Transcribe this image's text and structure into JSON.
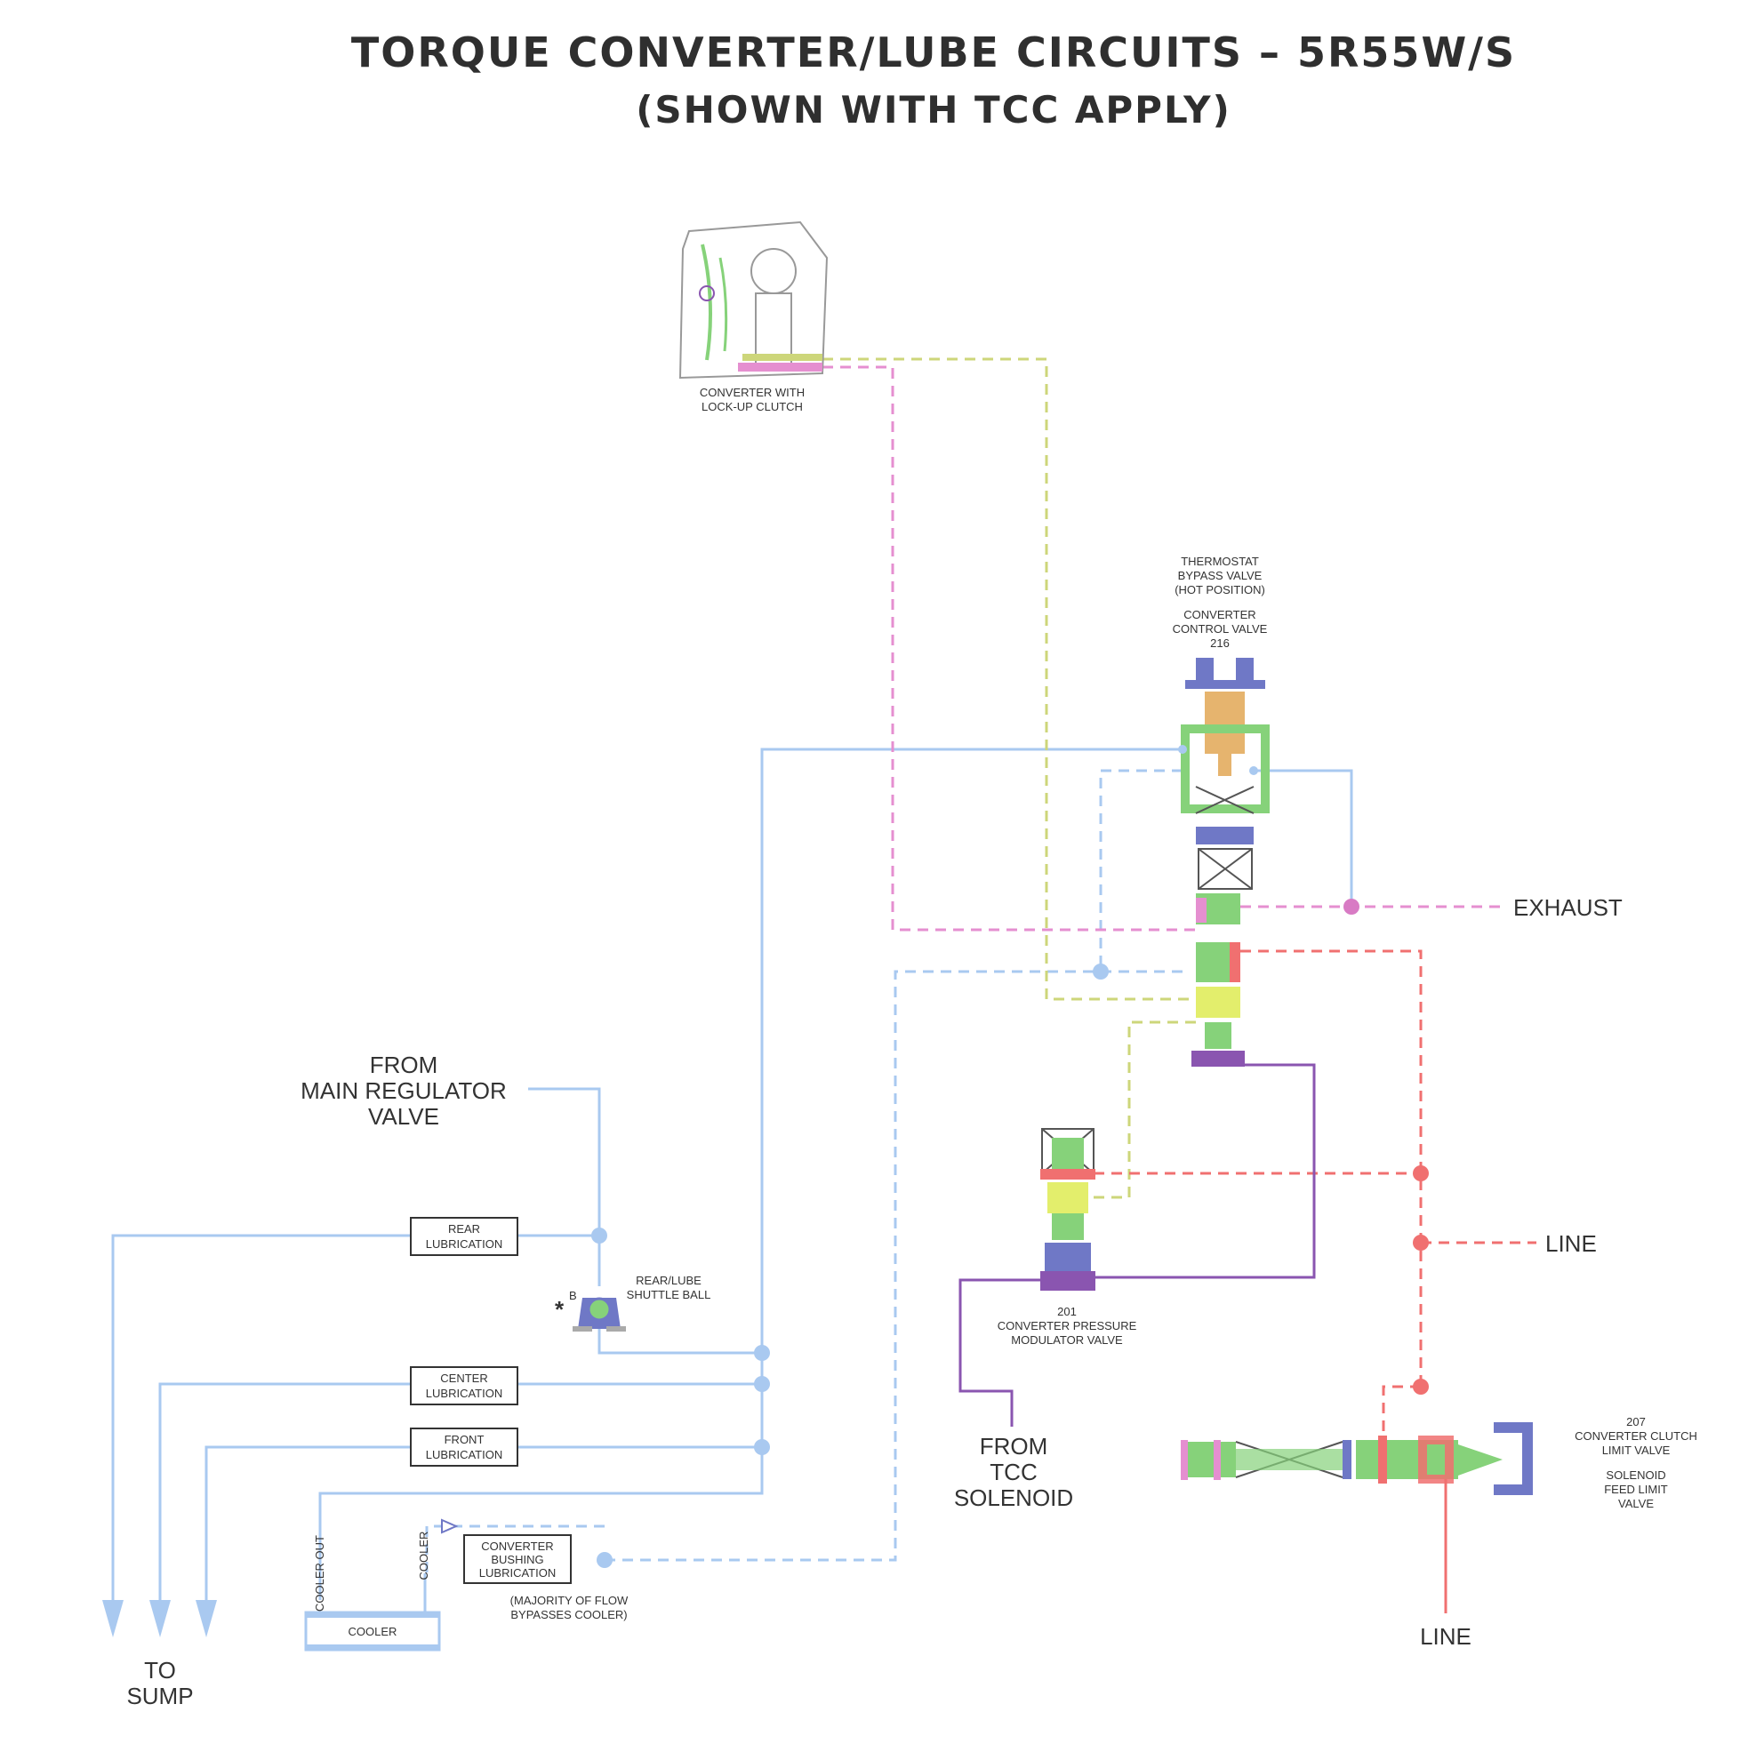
{
  "title": {
    "line1": "TORQUE CONVERTER/LUBE CIRCUITS – 5R55W/S",
    "line2": "(SHOWN WITH TCC APPLY)"
  },
  "labels": {
    "converter": [
      "CONVERTER WITH",
      "LOCK-UP CLUTCH"
    ],
    "thermostat": [
      "THERMOSTAT",
      "BYPASS VALVE",
      "(HOT POSITION)"
    ],
    "converter_control": [
      "CONVERTER",
      "CONTROL VALVE",
      "216"
    ],
    "exhaust": "EXHAUST",
    "line_right": "LINE",
    "line_bottom": "LINE",
    "from_main_regulator": [
      "FROM",
      "MAIN REGULATOR",
      "VALVE"
    ],
    "rear_lube_shuttle": [
      "REAR/LUBE",
      "SHUTTLE BALL"
    ],
    "shuttle_star": "*",
    "shuttle_letter": "B",
    "modulator": [
      "201",
      "CONVERTER PRESSURE",
      "MODULATOR VALVE"
    ],
    "from_tcc_solenoid": [
      "FROM",
      "TCC",
      "SOLENOID"
    ],
    "clutch_limit": [
      "207",
      "CONVERTER CLUTCH",
      "LIMIT VALVE"
    ],
    "solenoid_feed": [
      "SOLENOID",
      "FEED LIMIT",
      "VALVE"
    ],
    "to_sump": [
      "TO",
      "SUMP"
    ],
    "cooler_out": "COOLER OUT",
    "cooler_in": "COOLER",
    "majority": [
      "(MAJORITY OF FLOW",
      "BYPASSES COOLER)"
    ]
  },
  "boxes": {
    "rear_lube": [
      "REAR",
      "LUBRICATION"
    ],
    "center_lube": [
      "CENTER",
      "LUBRICATION"
    ],
    "front_lube": [
      "FRONT",
      "LUBRICATION"
    ],
    "bushing_lube": [
      "CONVERTER",
      "BUSHING",
      "LUBRICATION"
    ],
    "cooler": "COOLER"
  },
  "colors": {
    "lube_blue": "#a9c9f0",
    "converter_pink": "#e58fd0",
    "converter_yellow": "#cdd67a",
    "line_red": "#f07070",
    "tcc_purple": "#8a55b0",
    "valve_green": "#86d27a",
    "valve_blue": "#6f78c6",
    "valve_tan": "#e6b46e",
    "text": "#333333"
  }
}
